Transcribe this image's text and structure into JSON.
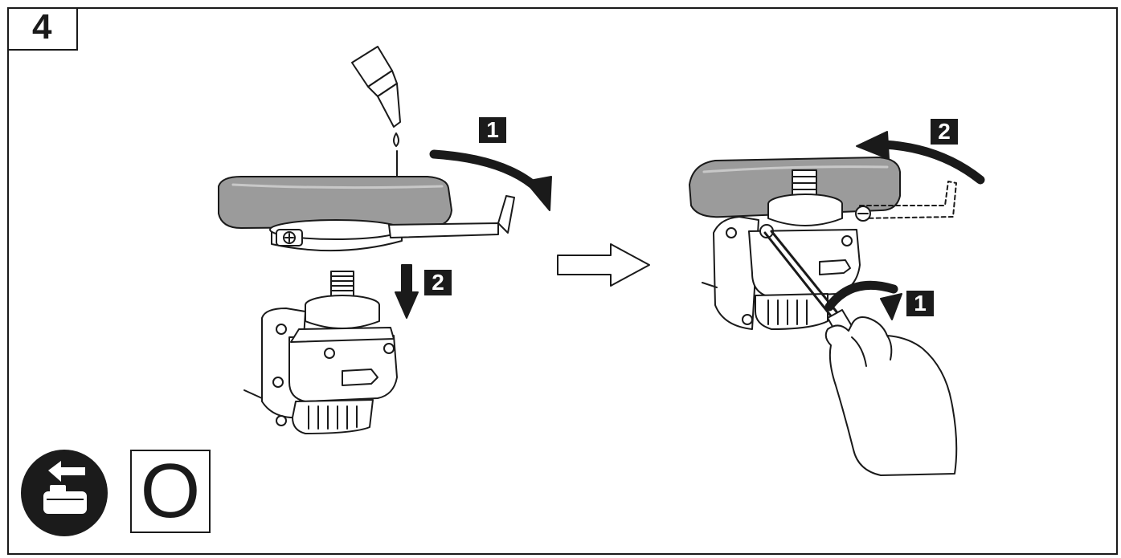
{
  "step": {
    "number": "4"
  },
  "left_figure": {
    "badge_rotate": "1",
    "badge_lower": "2"
  },
  "right_figure": {
    "badge_rotate_back": "2",
    "badge_screw": "1"
  },
  "icons": {
    "battery_remove": "battery-remove-icon",
    "switch_off_symbol": "O"
  },
  "colors": {
    "line": "#1a1a1a",
    "fill_dark": "#1b1b1b",
    "guard_gray": "#8f8f8f",
    "background": "#ffffff"
  }
}
